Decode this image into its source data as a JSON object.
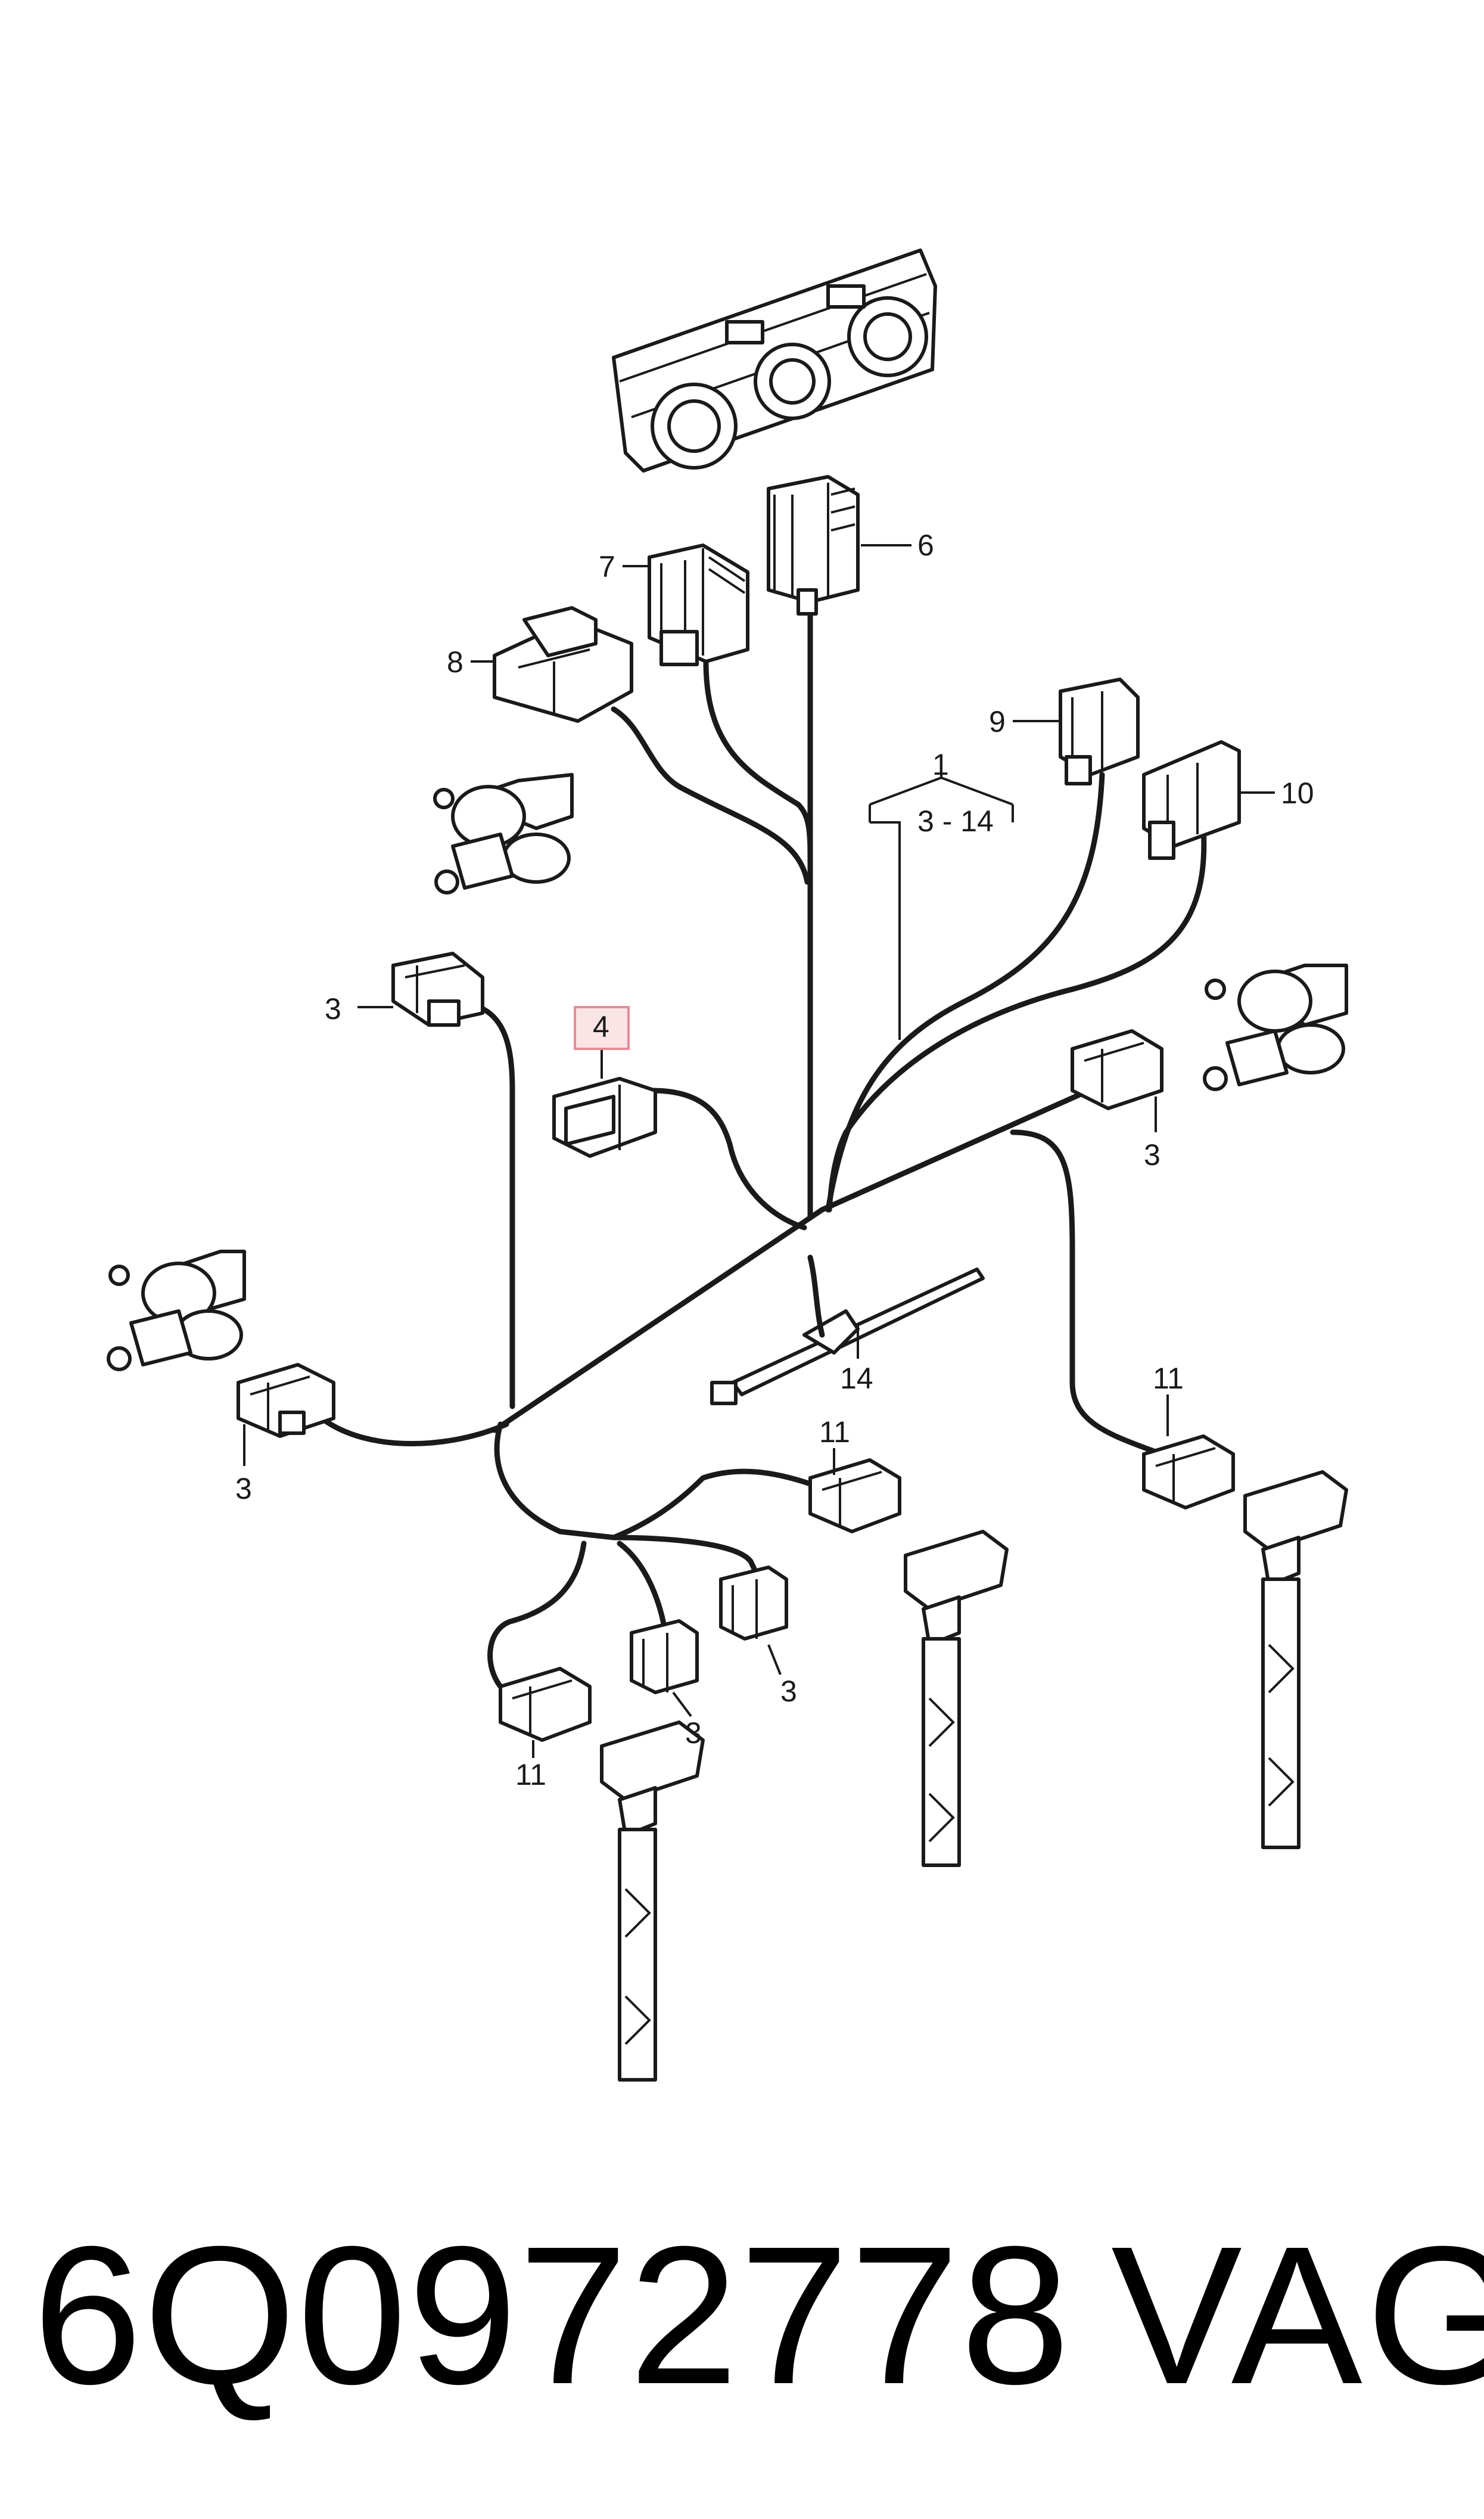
{
  "callouts": {
    "c1": "1",
    "c1_range": "3 - 14",
    "c3a": "3",
    "c3b": "3",
    "c3c": "3",
    "c3d": "3",
    "c3e": "3",
    "c4": "4",
    "c6": "6",
    "c7": "7",
    "c8": "8",
    "c9": "9",
    "c10": "10",
    "c11a": "11",
    "c11b": "11",
    "c11c": "11",
    "c14": "14"
  },
  "highlight_color": "#e58c97",
  "footer": {
    "part_number": "6Q0972778",
    "brand": "VAG"
  }
}
